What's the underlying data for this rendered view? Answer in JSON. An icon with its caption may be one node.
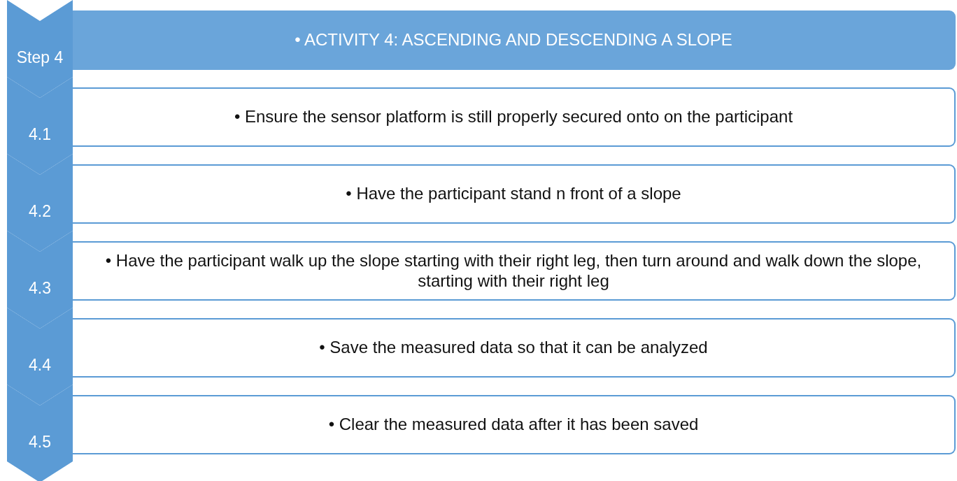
{
  "diagram": {
    "nodes": [
      {
        "text": [
          "Step 4"
        ]
      },
      {
        "text": [
          "• ACTIVITY 4: ASCENDING AND DESCENDING A SLOPE"
        ]
      },
      {
        "text": [
          "4.1"
        ]
      },
      {
        "text": [
          "• Ensure the sensor platform is still properly secured onto on the participant"
        ]
      },
      {
        "text": [
          "4.2"
        ]
      },
      {
        "text": [
          "• Have the participant stand n front of a slope"
        ]
      },
      {
        "text": [
          "4.3"
        ]
      },
      {
        "text": [
          "• Have the participant walk up the slope starting with their right leg, then turn around and walk down the slope, starting with their right leg"
        ]
      },
      {
        "text": [
          "4.4"
        ]
      },
      {
        "text": [
          "• Save the measured data so that it can be analyzed"
        ]
      },
      {
        "text": [
          "4.5"
        ]
      },
      {
        "text": [
          "• Clear the measured data after it has been saved"
        ]
      }
    ]
  }
}
